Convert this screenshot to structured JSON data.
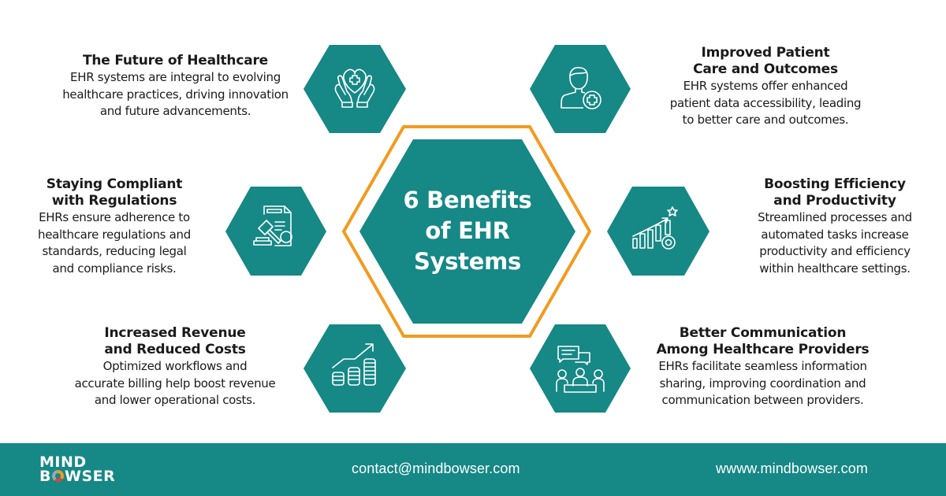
{
  "center": {
    "title": "6 Benefits\nof EHR\nSystems"
  },
  "colors": {
    "teal": "#168886",
    "orange": "#f39a1f",
    "text": "#1a1a1a",
    "footer_bg": "#168886"
  },
  "benefits": [
    {
      "id": "future-healthcare",
      "title": "The Future of Healthcare",
      "description": "EHR systems are integral to evolving\nhealthcare practices, driving innovation\nand future advancements.",
      "icon": "hands-holding-heart-icon"
    },
    {
      "id": "patient-care",
      "title": "Improved Patient\nCare and Outcomes",
      "description": "EHR systems offer enhanced\npatient data accessibility, leading\nto better care and outcomes.",
      "icon": "patient-plus-icon"
    },
    {
      "id": "compliance",
      "title": "Staying Compliant\nwith Regulations",
      "description": "EHRs ensure adherence to\nhealthcare regulations and\nstandards, reducing legal\nand compliance risks.",
      "icon": "gavel-document-icon"
    },
    {
      "id": "efficiency",
      "title": "Boosting Efficiency\nand Productivity",
      "description": "Streamlined processes and\nautomated tasks increase\nproductivity and efficiency\nwithin healthcare settings.",
      "icon": "growth-chart-gear-icon"
    },
    {
      "id": "revenue",
      "title": "Increased Revenue\nand Reduced Costs",
      "description": "Optimized workflows and\naccurate billing help boost revenue\nand lower operational costs.",
      "icon": "coins-growth-icon"
    },
    {
      "id": "communication",
      "title": "Better Communication\nAmong Healthcare Providers",
      "description": "EHRs facilitate seamless information\nsharing, improving coordination and\ncommunication between providers.",
      "icon": "team-discussion-icon"
    }
  ],
  "footer": {
    "logo_line1": "MIND",
    "logo_line2_a": "B",
    "logo_line2_b": "WSER",
    "contact": "contact@mindbowser.com",
    "website": "wwww.mindbowser.com"
  }
}
